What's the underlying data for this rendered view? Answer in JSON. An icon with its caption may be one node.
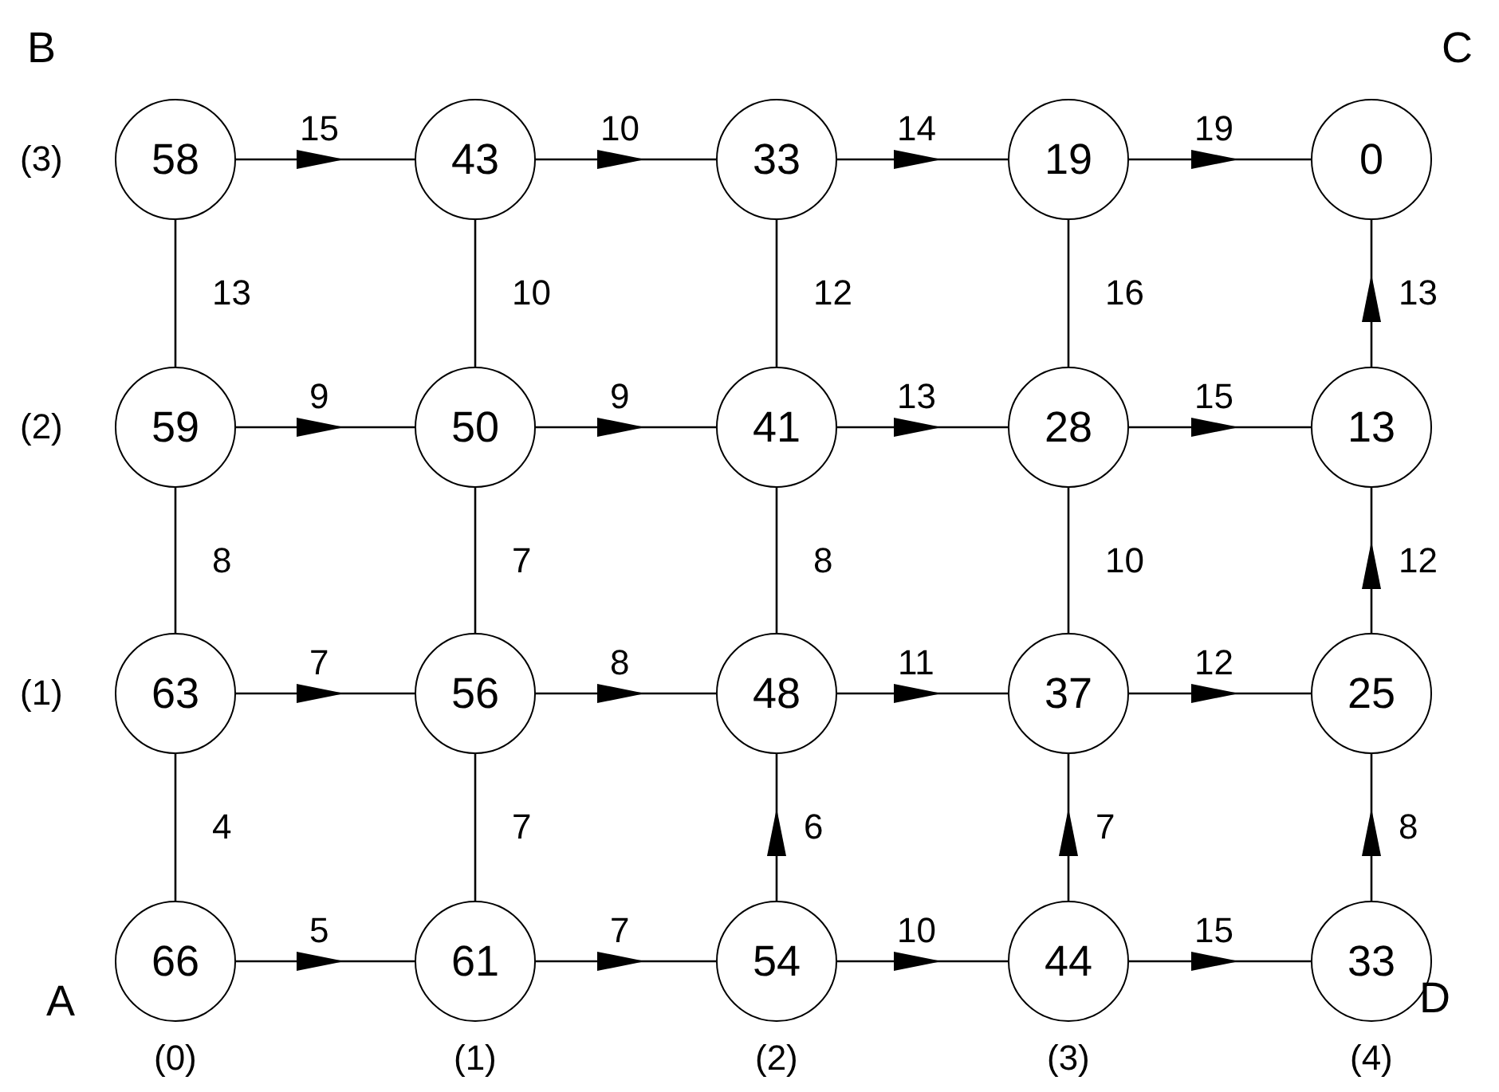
{
  "diagram": {
    "nodes": [
      {
        "text": [
          "58"
        ]
      },
      {
        "text": [
          "43"
        ]
      },
      {
        "text": [
          "33"
        ]
      },
      {
        "text": [
          "19"
        ]
      },
      {
        "text": [
          "0"
        ]
      },
      {
        "text": [
          "59"
        ]
      },
      {
        "text": [
          "50"
        ]
      },
      {
        "text": [
          "41"
        ]
      },
      {
        "text": [
          "28"
        ]
      },
      {
        "text": [
          "13"
        ]
      },
      {
        "text": [
          "63"
        ]
      },
      {
        "text": [
          "56"
        ]
      },
      {
        "text": [
          "48"
        ]
      },
      {
        "text": [
          "37"
        ]
      },
      {
        "text": [
          "25"
        ]
      },
      {
        "text": [
          "66"
        ]
      },
      {
        "text": [
          "61"
        ]
      },
      {
        "text": [
          "54"
        ]
      },
      {
        "text": [
          "44"
        ]
      },
      {
        "text": [
          "33"
        ]
      }
    ],
    "edges": [
      {
        "from": 0,
        "to": 1,
        "arrow": "to",
        "label": "15"
      },
      {
        "from": 1,
        "to": 2,
        "arrow": "to",
        "label": "10"
      },
      {
        "from": 2,
        "to": 3,
        "arrow": "to",
        "label": "14"
      },
      {
        "from": 3,
        "to": 4,
        "arrow": "to",
        "label": "19"
      },
      {
        "from": 0,
        "to": 5,
        "arrow": "none",
        "label": "13"
      },
      {
        "from": 1,
        "to": 6,
        "arrow": "none",
        "label": "10"
      },
      {
        "from": 2,
        "to": 7,
        "arrow": "none",
        "label": "12"
      },
      {
        "from": 3,
        "to": 8,
        "arrow": "none",
        "label": "16"
      },
      {
        "from": 9,
        "to": 4,
        "arrow": "to",
        "label": "13"
      },
      {
        "from": 5,
        "to": 6,
        "arrow": "to",
        "label": "9"
      },
      {
        "from": 6,
        "to": 7,
        "arrow": "to",
        "label": "9"
      },
      {
        "from": 7,
        "to": 8,
        "arrow": "to",
        "label": "13"
      },
      {
        "from": 8,
        "to": 9,
        "arrow": "to",
        "label": "15"
      },
      {
        "from": 5,
        "to": 10,
        "arrow": "none",
        "label": "8"
      },
      {
        "from": 6,
        "to": 11,
        "arrow": "none",
        "label": "7"
      },
      {
        "from": 7,
        "to": 12,
        "arrow": "none",
        "label": "8"
      },
      {
        "from": 8,
        "to": 13,
        "arrow": "none",
        "label": "10"
      },
      {
        "from": 14,
        "to": 9,
        "arrow": "to",
        "label": "12"
      },
      {
        "from": 10,
        "to": 11,
        "arrow": "to",
        "label": "7"
      },
      {
        "from": 11,
        "to": 12,
        "arrow": "to",
        "label": "8"
      },
      {
        "from": 12,
        "to": 13,
        "arrow": "to",
        "label": "11"
      },
      {
        "from": 13,
        "to": 14,
        "arrow": "to",
        "label": "12"
      },
      {
        "from": 10,
        "to": 15,
        "arrow": "none",
        "label": "4"
      },
      {
        "from": 11,
        "to": 16,
        "arrow": "none",
        "label": "7"
      },
      {
        "from": 17,
        "to": 12,
        "arrow": "to",
        "label": "6"
      },
      {
        "from": 18,
        "to": 13,
        "arrow": "to",
        "label": "7"
      },
      {
        "from": 19,
        "to": 14,
        "arrow": "to",
        "label": "8"
      },
      {
        "from": 15,
        "to": 16,
        "arrow": "to",
        "label": "5"
      },
      {
        "from": 16,
        "to": 17,
        "arrow": "to",
        "label": "7"
      },
      {
        "from": 17,
        "to": 18,
        "arrow": "to",
        "label": "10"
      },
      {
        "from": 18,
        "to": 19,
        "arrow": "to",
        "label": "15"
      }
    ],
    "labels": [
      "B",
      "C",
      "(3)",
      "(2)",
      "(1)",
      "A",
      "D",
      "(0)",
      "(1)",
      "(2)",
      "(3)",
      "(4)"
    ]
  }
}
